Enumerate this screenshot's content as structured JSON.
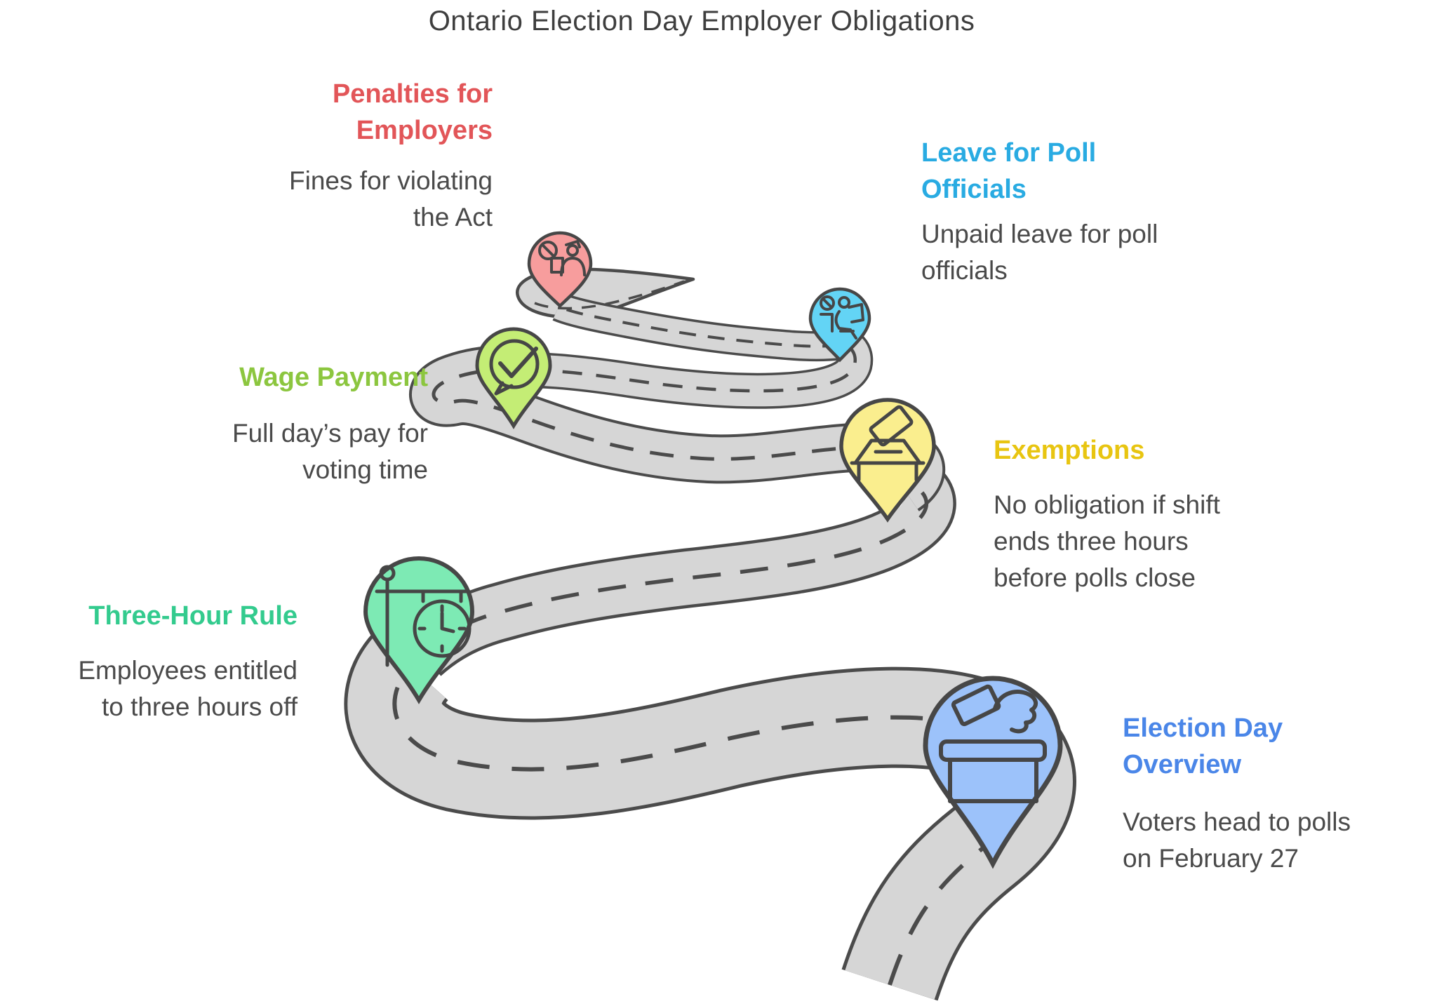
{
  "title": "Ontario Election Day Employer Obligations",
  "title_color": "#3e3e3e",
  "text_color": "#4a4a4a",
  "road": {
    "surface_color": "#d6d6d6",
    "outline_color": "#4b4b4b",
    "dash_color": "#4b4b4b"
  },
  "milestones": [
    {
      "id": "election-day-overview",
      "heading_lines": [
        "Election Day",
        "Overview"
      ],
      "body_lines": [
        "Voters head to polls",
        "on February 27"
      ],
      "accent_color": "#4a86e8",
      "pin_fill": "#9cc2fa",
      "icon": "ballot-box-hand-icon"
    },
    {
      "id": "three-hour-rule",
      "heading_lines": [
        "Three-Hour Rule"
      ],
      "body_lines": [
        "Employees entitled",
        "to three hours off"
      ],
      "accent_color": "#33cb8e",
      "pin_fill": "#7deab4",
      "icon": "street-clock-icon"
    },
    {
      "id": "exemptions",
      "heading_lines": [
        "Exemptions"
      ],
      "body_lines": [
        "No obligation if shift",
        "ends three hours",
        "before polls close"
      ],
      "accent_color": "#e8c511",
      "pin_fill": "#faee8e",
      "icon": "ballot-slot-icon"
    },
    {
      "id": "wage-payment",
      "heading_lines": [
        "Wage Payment"
      ],
      "body_lines": [
        "Full day’s pay for",
        "voting time"
      ],
      "accent_color": "#8cc63f",
      "pin_fill": "#c4ed75",
      "icon": "check-bubble-icon"
    },
    {
      "id": "leave-for-poll-officials",
      "heading_lines": [
        "Leave for Poll",
        "Officials"
      ],
      "body_lines": [
        "Unpaid leave for poll",
        "officials"
      ],
      "accent_color": "#29abe2",
      "pin_fill": "#63d4f5",
      "icon": "poll-official-desk-icon"
    },
    {
      "id": "penalties-for-employers",
      "heading_lines": [
        "Penalties for",
        "Employers"
      ],
      "body_lines": [
        "Fines for violating",
        "the Act"
      ],
      "accent_color": "#e25558",
      "pin_fill": "#f79d9d",
      "icon": "no-employer-icon"
    }
  ]
}
